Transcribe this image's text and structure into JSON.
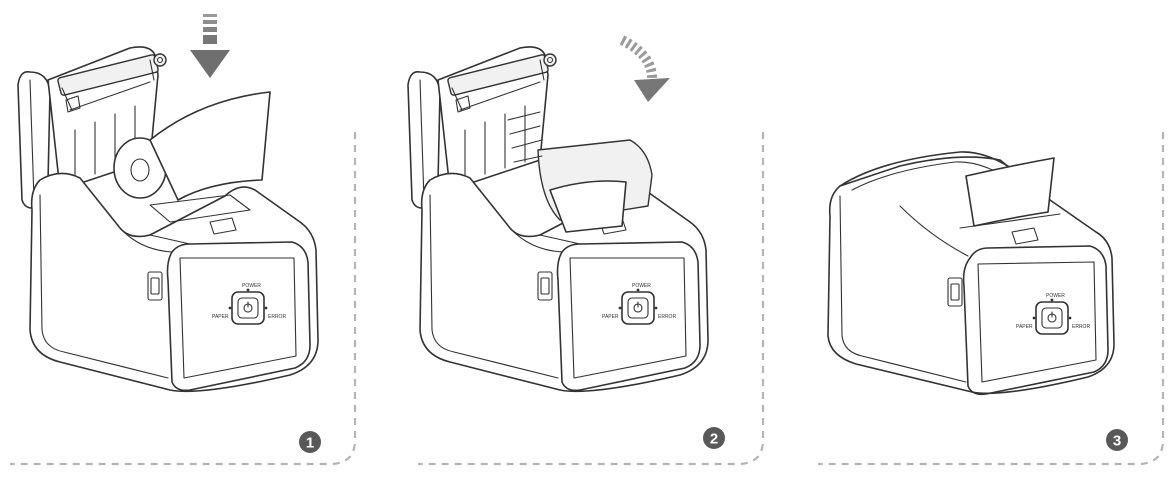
{
  "steps": [
    {
      "number": "1"
    },
    {
      "number": "2"
    },
    {
      "number": "3"
    }
  ],
  "panel_labels": {
    "power": "POWER",
    "paper": "PAPER",
    "error": "ERROR"
  },
  "colors": {
    "line": "#333333",
    "arrow": "#8a8a8a",
    "step_badge": "#595959",
    "dashed_frame": "#b5b5b5"
  }
}
